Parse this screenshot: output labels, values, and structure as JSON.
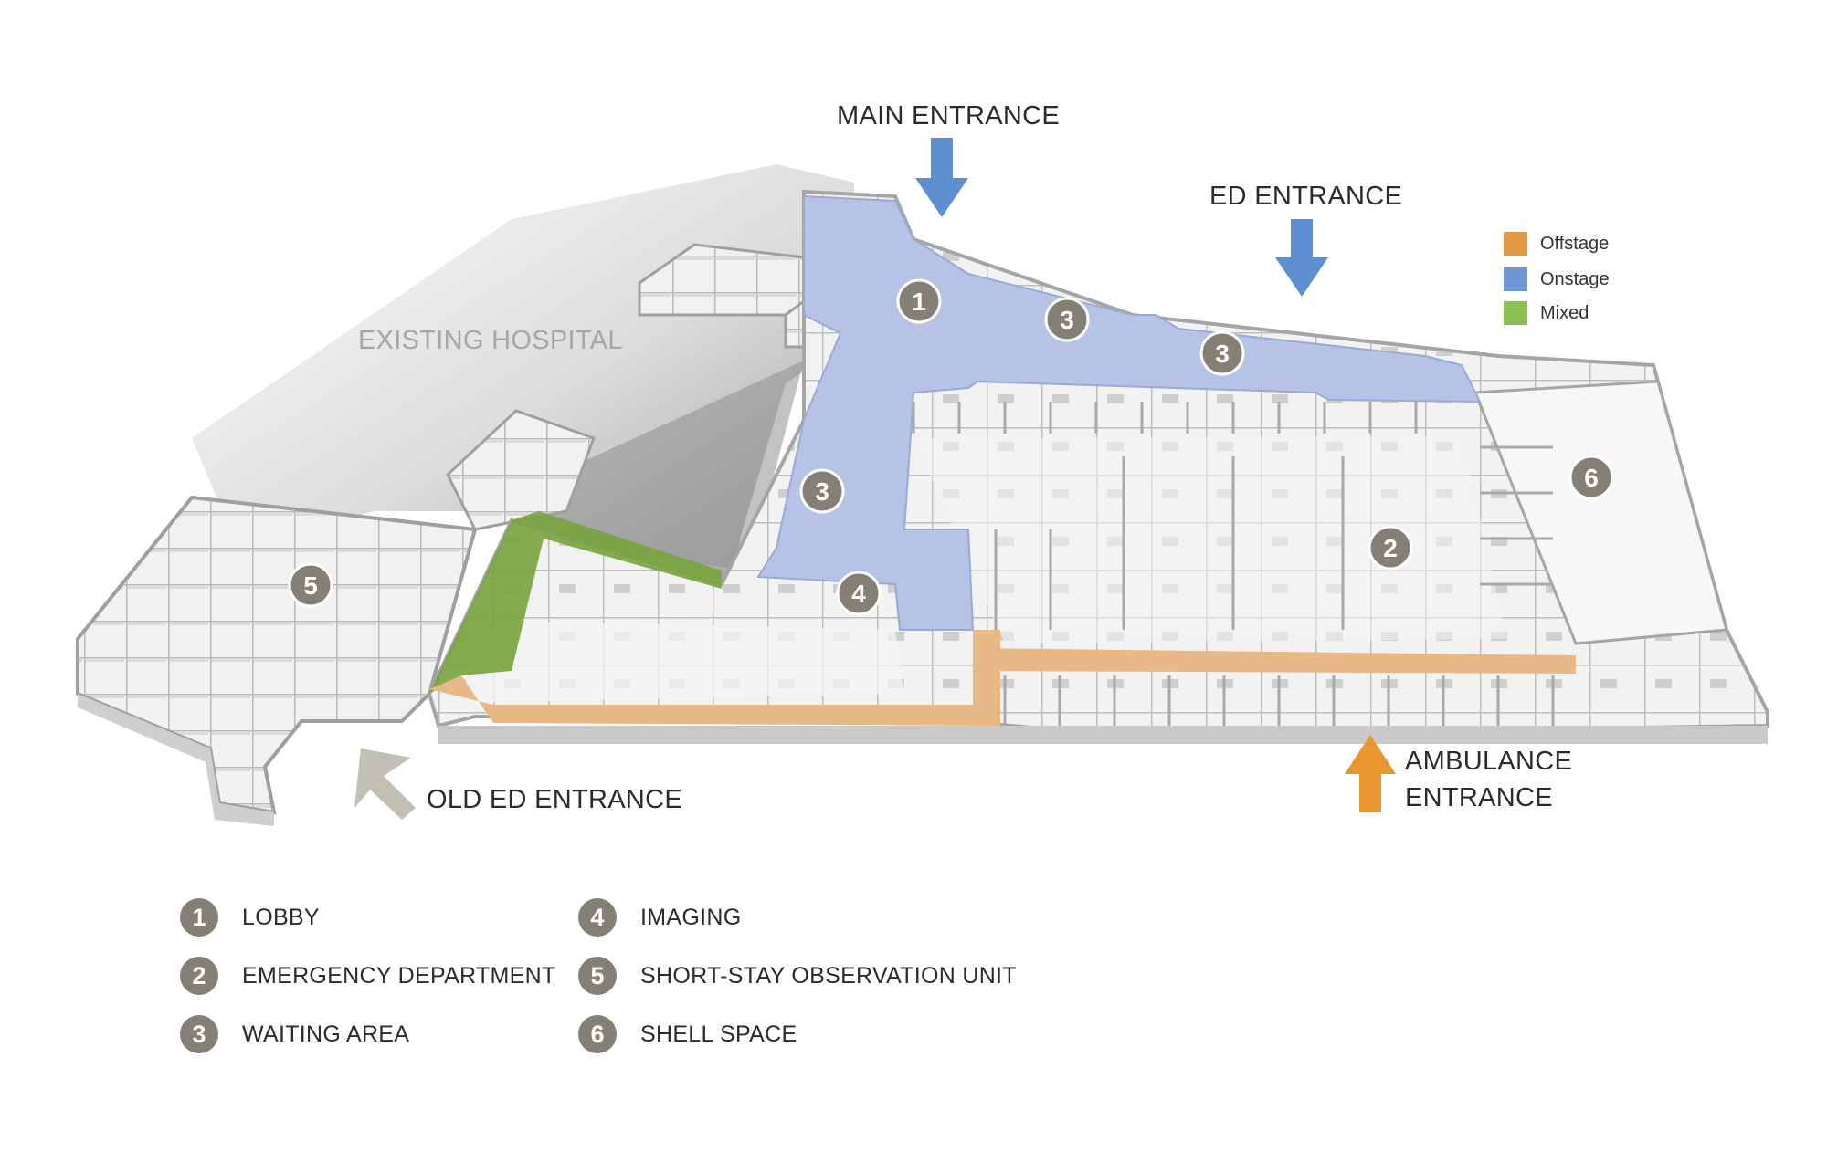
{
  "site_labels": {
    "existing_hospital": "EXISTING HOSPITAL",
    "main_entrance": "MAIN ENTRANCE",
    "ed_entrance": "ED ENTRANCE",
    "old_ed_entrance": "OLD ED ENTRANCE",
    "ambulance_entrance_line1": "AMBULANCE",
    "ambulance_entrance_line2": "ENTRANCE"
  },
  "zone_legend": [
    {
      "label": "Offstage",
      "color": "#e39a45"
    },
    {
      "label": "Onstage",
      "color": "#6f96d3"
    },
    {
      "label": "Mixed",
      "color": "#8dbf57"
    }
  ],
  "arrow_colors": {
    "main_entrance": "#5f8fd1",
    "ed_entrance": "#5f8fd1",
    "ambulance_entrance": "#e9962f",
    "old_ed_entrance": "#c2c0b5"
  },
  "plan_markers": [
    {
      "number": "1"
    },
    {
      "number": "3"
    },
    {
      "number": "3"
    },
    {
      "number": "3"
    },
    {
      "number": "4"
    },
    {
      "number": "5"
    },
    {
      "number": "2"
    },
    {
      "number": "6"
    }
  ],
  "key": [
    {
      "number": "1",
      "label": "LOBBY"
    },
    {
      "number": "2",
      "label": "EMERGENCY DEPARTMENT"
    },
    {
      "number": "3",
      "label": "WAITING AREA"
    },
    {
      "number": "4",
      "label": "IMAGING"
    },
    {
      "number": "5",
      "label": "SHORT-STAY OBSERVATION UNIT"
    },
    {
      "number": "6",
      "label": "SHELL SPACE"
    }
  ]
}
